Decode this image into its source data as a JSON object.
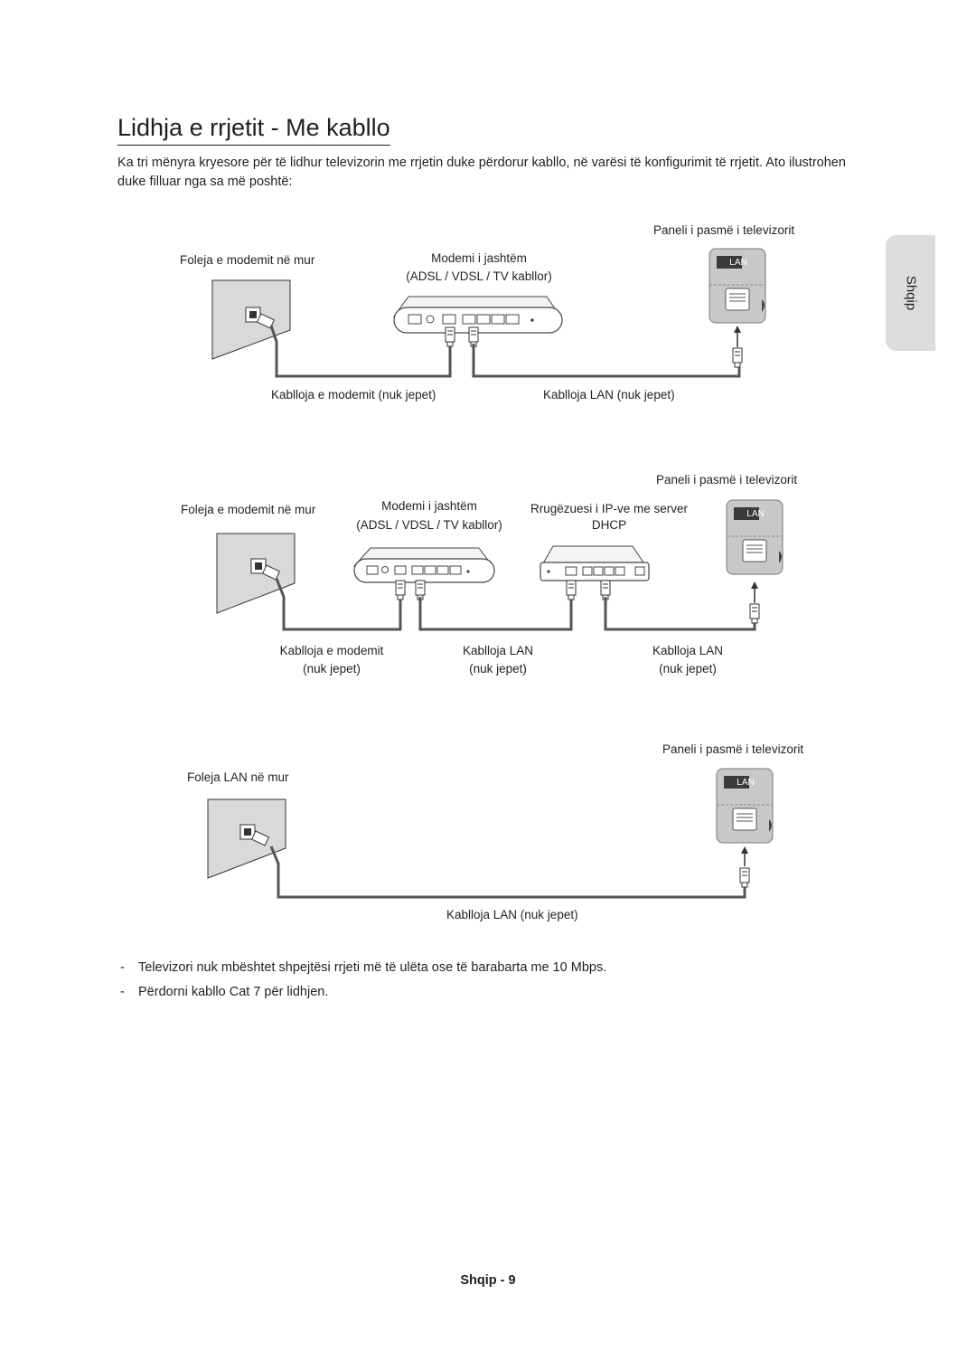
{
  "page": {
    "title": "Lidhja e rrjetit - Me kabllo",
    "intro": "Ka tri mënyra kryesore për të lidhur televizorin me rrjetin duke përdorur kabllo, në varësi të konfigurimit të rrjetit. Ato ilustrohen duke filluar nga sa më poshtë:",
    "side_tab": "Shqip",
    "footer": "Shqip - 9"
  },
  "diagram1": {
    "tv_panel": "Paneli i pasmë i televizorit",
    "wall_socket": "Foleja e modemit në mur",
    "modem_title": "Modemi i jashtëm",
    "modem_sub": "(ADSL / VDSL / TV kabllor)",
    "lan_port": "LAN",
    "modem_cable": "Kablloja e modemit (nuk jepet)",
    "lan_cable": "Kablloja LAN (nuk jepet)"
  },
  "diagram2": {
    "tv_panel": "Paneli i pasmë i televizorit",
    "wall_socket": "Foleja e modemit në mur",
    "modem_title": "Modemi i jashtëm",
    "modem_sub": "(ADSL / VDSL / TV kabllor)",
    "router_title": "Rrugëzuesi i IP-ve me server",
    "router_sub": "DHCP",
    "lan_port": "LAN",
    "modem_cable_1": "Kablloja e modemit",
    "modem_cable_2": "(nuk jepet)",
    "lan_cable_a_1": "Kablloja LAN",
    "lan_cable_a_2": "(nuk jepet)",
    "lan_cable_b_1": "Kablloja LAN",
    "lan_cable_b_2": "(nuk jepet)"
  },
  "diagram3": {
    "tv_panel": "Paneli i pasmë i televizorit",
    "wall_socket": "Foleja LAN në mur",
    "lan_port": "LAN",
    "lan_cable": "Kablloja LAN (nuk jepet)"
  },
  "notes": [
    "Televizori nuk mbështet shpejtësi rrjeti më të ulëta ose të barabarta me 10 Mbps.",
    "Përdorni kabllo Cat 7 për lidhjen."
  ],
  "colors": {
    "text": "#231f20",
    "cable": "#555555",
    "wall": "#d9d9d9",
    "side_tab": "#dcdcdc",
    "tv_panel": "#c8c8c8"
  }
}
